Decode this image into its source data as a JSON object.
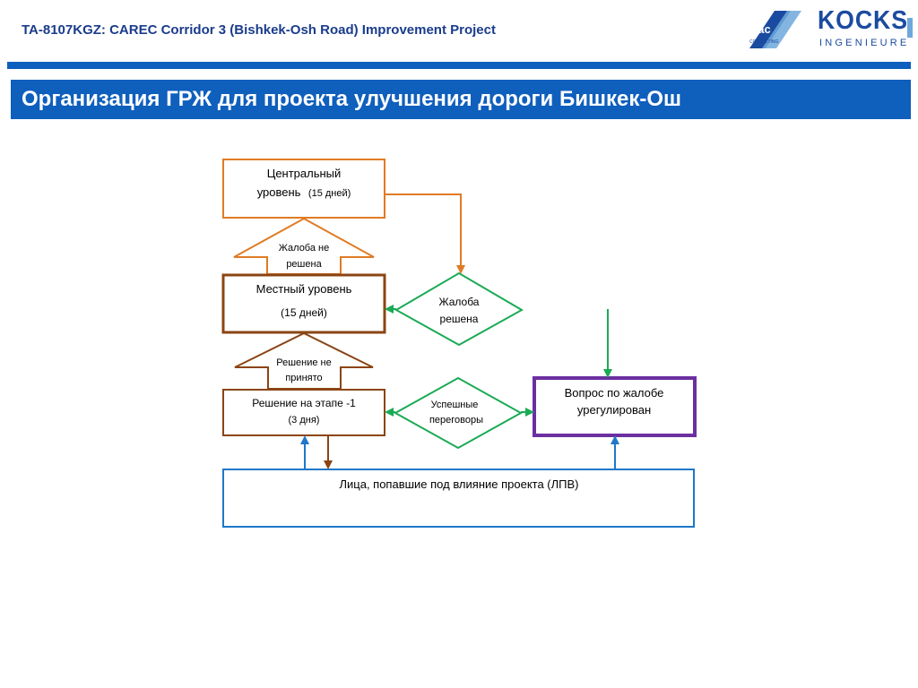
{
  "header": {
    "title": "TA-8107KGZ: CAREC Corridor 3 (Bishkek-Osh Road) Improvement Project",
    "logo_left_text": "CONSULTING",
    "logo_right_name": "KOCKS",
    "logo_right_sub": "INGENIEURE"
  },
  "banner": {
    "title": "Организация ГРЖ для проекта улучшения дороги Бишкек-Ош"
  },
  "diagram": {
    "central_level": {
      "line1": "Центральный",
      "line2_main": "уровень",
      "line2_days": "(15 дней)"
    },
    "unresolved_complaint": {
      "line1": "Жалоба не",
      "line2": "решена"
    },
    "local_level": {
      "line1": "Местный уровень",
      "line2": "(15 дней)"
    },
    "complaint_resolved": {
      "line1": "Жалоба",
      "line2": "решена"
    },
    "decision_not_accepted": {
      "line1": "Решение не",
      "line2": "принято"
    },
    "stage1_decision": {
      "line1": "Решение на этапе -1",
      "line2": "(3 дня)"
    },
    "successful_negotiations": {
      "line1": "Успешные",
      "line2": "переговоры"
    },
    "issue_settled": {
      "line1": "Вопрос по жалобе",
      "line2": "урегулирован"
    },
    "affected_persons": {
      "label": "Лица, попавшие под влияние проекта  (ЛПВ)"
    }
  },
  "colors": {
    "brand_blue": "#0f5fbd",
    "header_text": "#1a3c8c",
    "orange": "#e07b24",
    "brown": "#8b4513",
    "green": "#1aaa55",
    "purple": "#6b2fa0",
    "lpv_blue": "#1f78c8"
  }
}
